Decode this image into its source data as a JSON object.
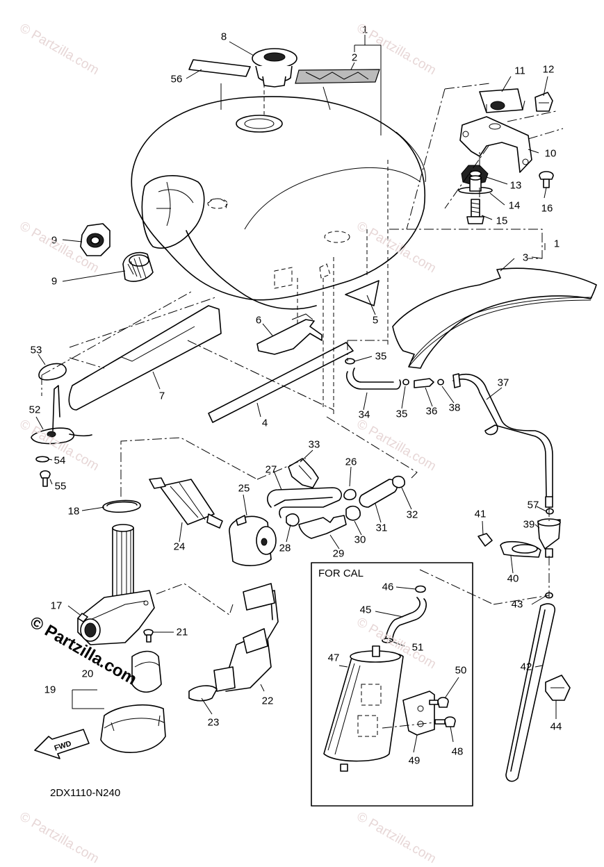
{
  "diagram": {
    "code": "2DX1110-N240",
    "inset_title": "FOR CAL",
    "direction_label": "FWD",
    "watermark": "© Partzilla.com",
    "callouts": [
      "1",
      "1",
      "2",
      "3",
      "4",
      "5",
      "6",
      "7",
      "8",
      "9",
      "9",
      "10",
      "11",
      "12",
      "13",
      "14",
      "15",
      "16",
      "17",
      "18",
      "19",
      "20",
      "21",
      "22",
      "23",
      "24",
      "25",
      "26",
      "27",
      "28",
      "29",
      "30",
      "31",
      "32",
      "33",
      "34",
      "35",
      "35",
      "36",
      "37",
      "38",
      "39",
      "40",
      "41",
      "42",
      "43",
      "44",
      "45",
      "46",
      "47",
      "48",
      "49",
      "50",
      "51",
      "52",
      "53",
      "54",
      "55",
      "56",
      "57"
    ]
  }
}
